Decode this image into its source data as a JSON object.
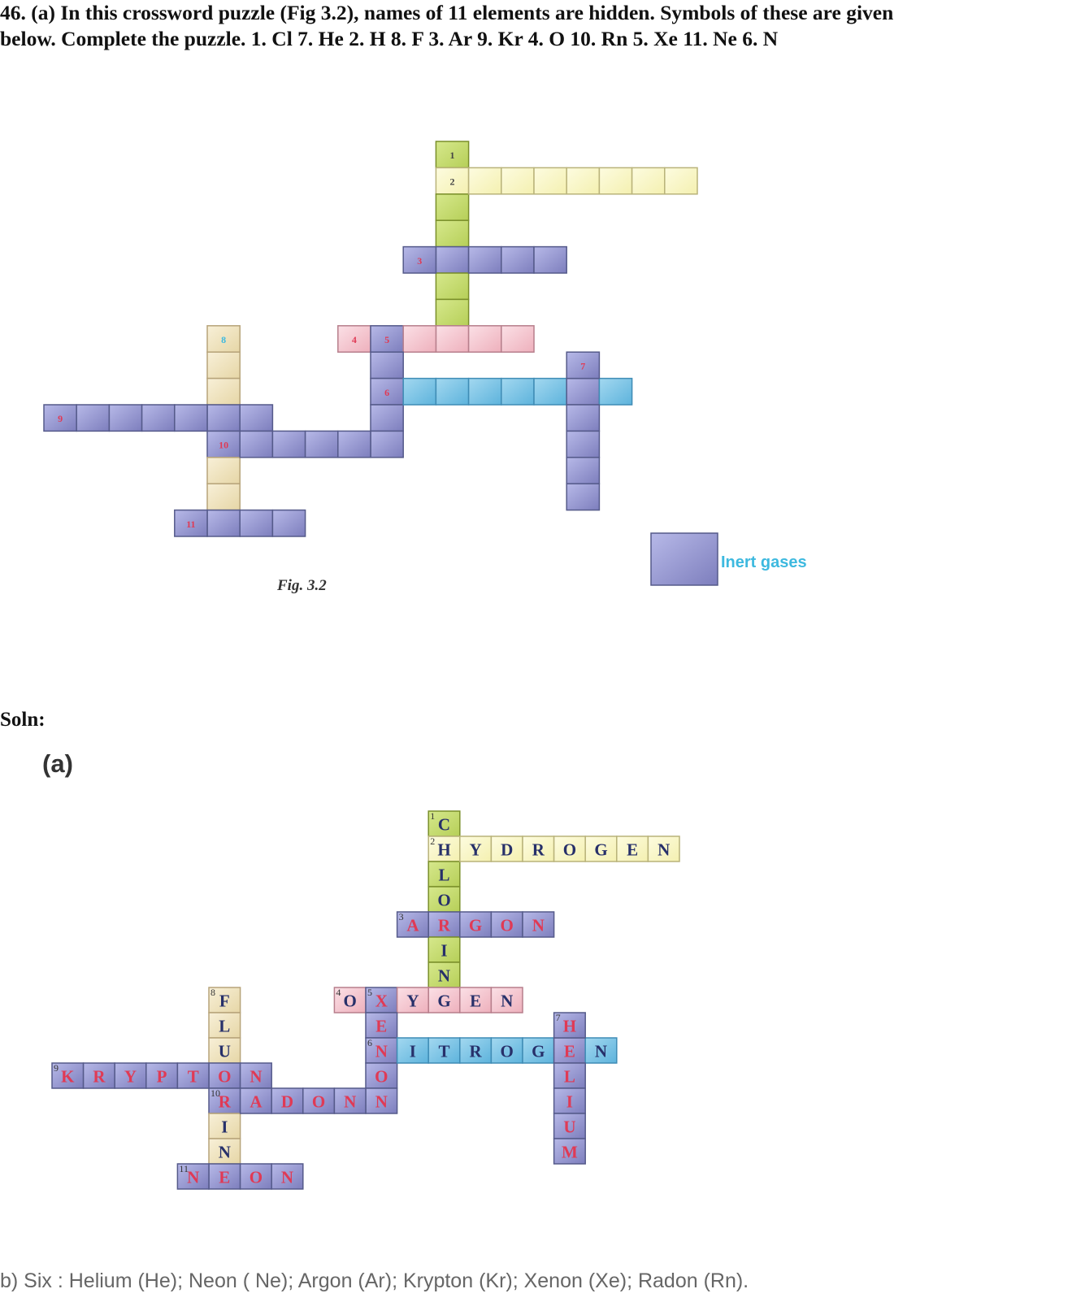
{
  "question": {
    "line1": "46. (a) In this crossword puzzle (Fig 3.2), names of 11 elements are hidden. Symbols of these are given",
    "line2": "below. Complete the puzzle. 1. Cl 7. He 2. H 8. F 3. Ar 9. Kr 4. O 10. Rn 5. Xe 11. Ne 6. N"
  },
  "figure": {
    "caption": "Fig. 3.2",
    "legend_label": "Inert gases",
    "clue_numbers": [
      "1",
      "2",
      "3",
      "4",
      "5",
      "6",
      "7",
      "8",
      "9",
      "10",
      "11"
    ]
  },
  "solution": {
    "heading": "Soln:",
    "part_a_label": "(a)",
    "answer_b": "b) Six : Helium (He); Neon ( Ne); Argon (Ar); Krypton (Kr); Xenon (Xe); Radon (Rn).",
    "words": {
      "chlorine": "CHLORINE",
      "hydrogen": "HYDROGEN",
      "argon": "ARGON",
      "oxygen": "OXYGEN",
      "xenon": "XENON",
      "nitrogen": "NITROGEN",
      "helium": "HELIUM",
      "fluorine": "FLUORINE",
      "krypton": "KRYPTON",
      "radon": "RADON",
      "neon": "NEON"
    }
  },
  "colors": {
    "green": "#c7dd6c",
    "yellow": "#fbf9c8",
    "purple": "#8f90cc",
    "pink": "#f5c7cf",
    "cyan": "#77c3e6",
    "beige": "#f0e5c2",
    "red_letter": "#e03a55",
    "navy_letter": "#27306a"
  }
}
